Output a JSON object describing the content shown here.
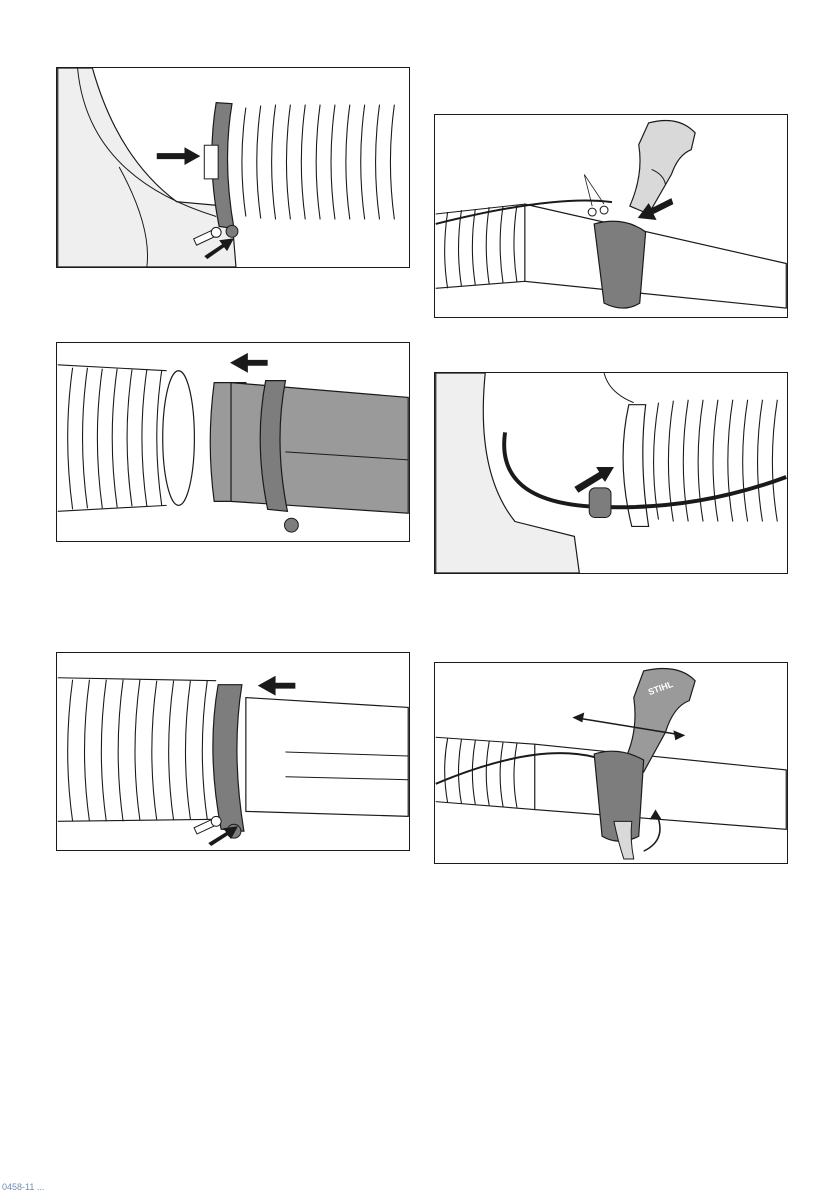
{
  "page": {
    "figures": [
      {
        "id": "fig-hose-clamp-screw",
        "arrows": 2
      },
      {
        "id": "fig-hose-remove",
        "arrows": 1
      },
      {
        "id": "fig-hose-ring-screw",
        "arrows": 2
      },
      {
        "id": "fig-handle-screws",
        "arrows": 1
      },
      {
        "id": "fig-cable-grommet",
        "arrows": 1
      },
      {
        "id": "fig-handle-adjust",
        "arrows": 2
      }
    ],
    "handle_brand_text": "STIHL",
    "footer_text": "0458-11 ..."
  },
  "colors": {
    "line": "#1a1a1a",
    "clamp_gray": "#7d7d7d",
    "tube_gray": "#9a9a9a",
    "light_gray": "#d9d9d9"
  }
}
